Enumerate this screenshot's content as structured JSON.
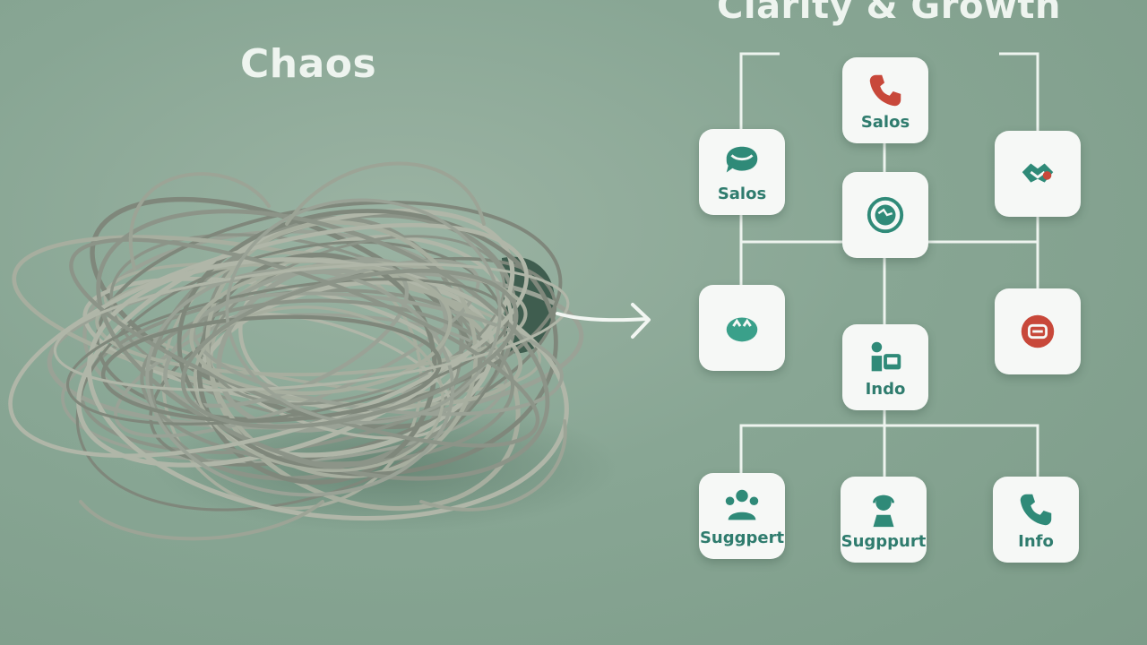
{
  "left_panel": {
    "title": "Chaos"
  },
  "right_panel": {
    "title": "Clarity & Growth",
    "nodes": [
      {
        "label": "Salos",
        "icon": "phone-icon"
      },
      {
        "label": "Salos",
        "icon": "chat-bubble-icon"
      },
      {
        "label": "",
        "icon": "handshake-icon"
      },
      {
        "label": "",
        "icon": "globe-icon"
      },
      {
        "label": "",
        "icon": "chat-people-icon"
      },
      {
        "label": "",
        "icon": "message-icon"
      },
      {
        "label": "Indo",
        "icon": "person-desk-icon"
      },
      {
        "label": "Suggpert",
        "icon": "team-icon"
      },
      {
        "label": "Sugppurt",
        "icon": "headset-agent-icon"
      },
      {
        "label": "Info",
        "icon": "phone-icon"
      }
    ]
  },
  "colors": {
    "background": "#88a694",
    "card": "#f6f8f6",
    "teal": "#2f8a78",
    "red": "#c8483a",
    "connector": "#eef4ef",
    "cable": "#8f968a"
  }
}
